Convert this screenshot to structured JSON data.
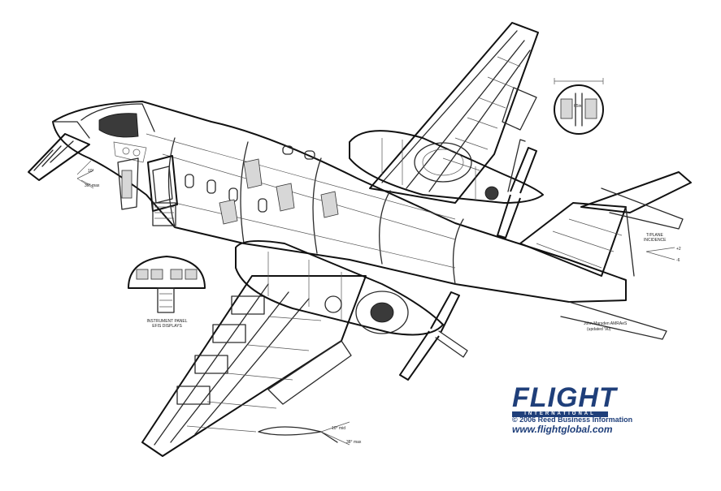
{
  "labels": {
    "instrument_panel": "INSTRUMENT PANEL",
    "efis_displays": "EFIS DISPLAYS",
    "artist_name": "John Marsden AMRAeS",
    "artist_update": "(updated '90)",
    "aileron_up_deflection": "10°",
    "aileron_down_deflection": "30° max",
    "flap_up_deflection": "10° mid",
    "flap_down_deflection": "38° max",
    "tailplane_label": "T/PLANE",
    "tailplane_incidence": "INCIDENCE",
    "tailplane_plus": "+2",
    "tailplane_minus": "-6",
    "cabin_width": "65in"
  },
  "branding": {
    "logo_word": "FLIGHT",
    "logo_band": "INTERNATIONAL",
    "copyright": "© 2006 Reed Business Information",
    "website": "www.flightglobal.com"
  },
  "colors": {
    "ink": "#2a2a2a",
    "brand_blue": "#1f3f7a",
    "background": "#ffffff"
  }
}
